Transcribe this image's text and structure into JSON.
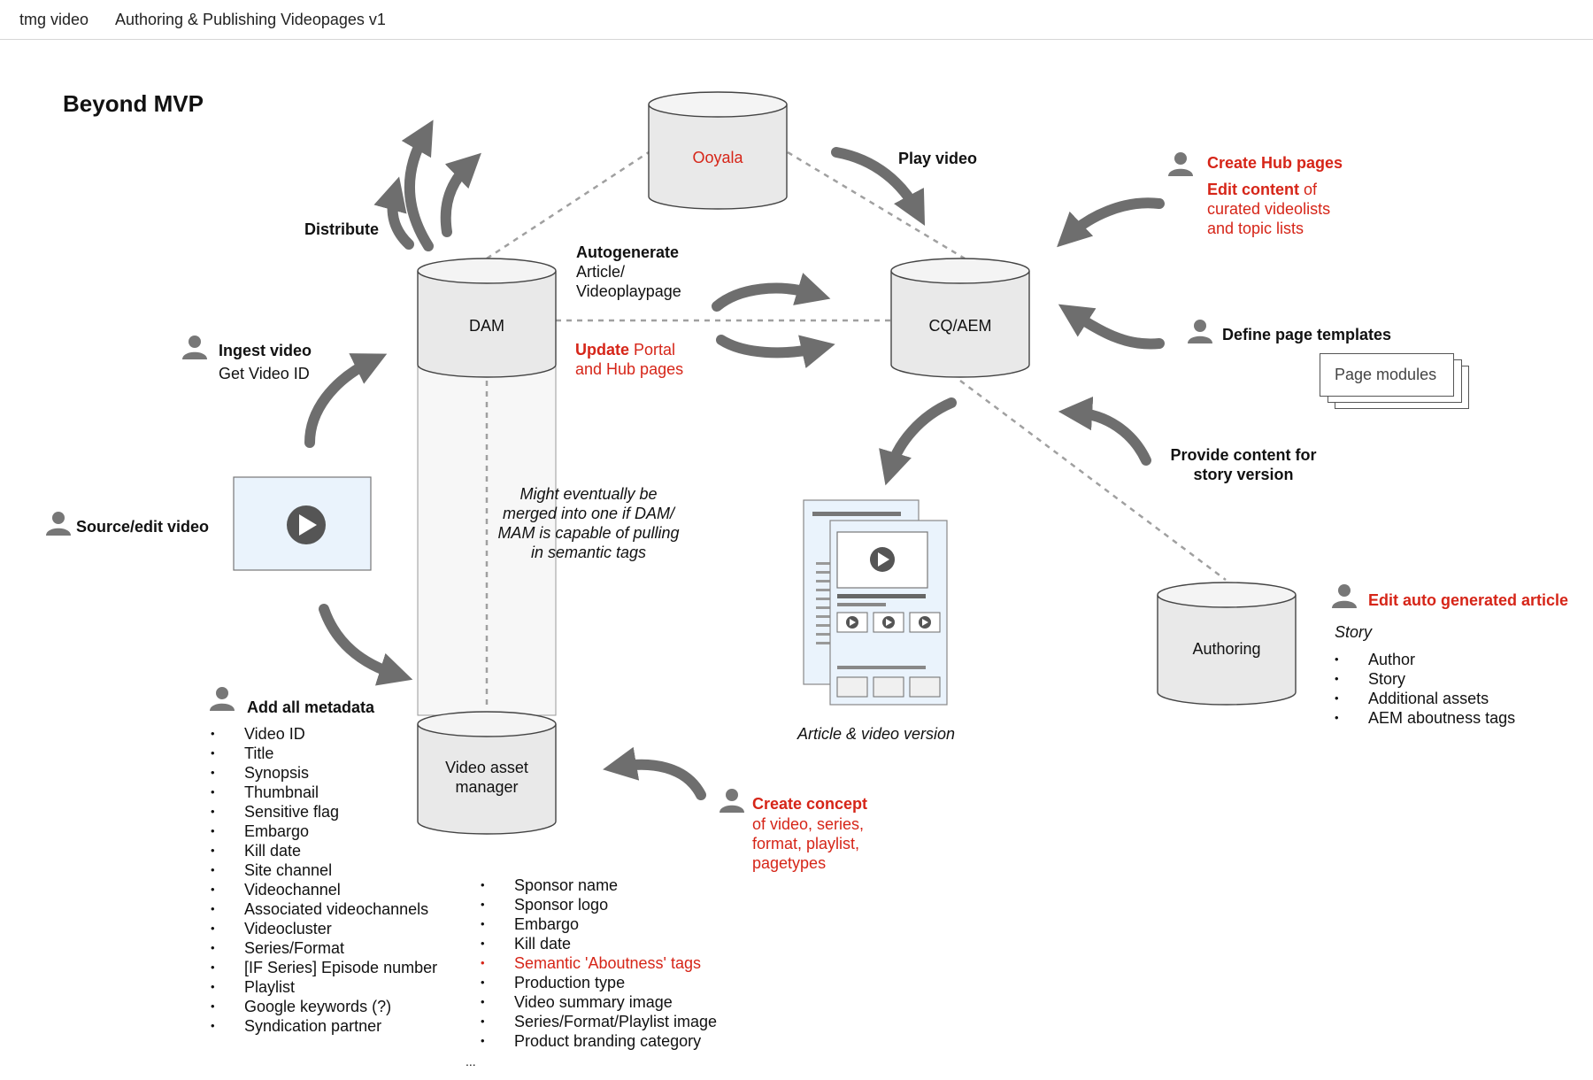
{
  "topbar": {
    "app": "tmg video",
    "doc_title": "Authoring & Publishing Videopages v1"
  },
  "title": "Beyond MVP",
  "nodes": {
    "ooyala": "Ooyala",
    "dam": "DAM",
    "cqaem": "CQ/AEM",
    "vam_line1": "Video asset",
    "vam_line2": "manager",
    "authoring": "Authoring"
  },
  "labels": {
    "distribute": "Distribute",
    "play_video": "Play video",
    "autogen_1": "Autogenerate",
    "autogen_2": "Article/",
    "autogen_3": "Videoplaypage",
    "update_bold": "Update",
    "update_rest": " Portal",
    "update_2": "and Hub pages",
    "ingest": "Ingest video",
    "get_id": "Get Video ID",
    "source": "Source/edit video",
    "merge_1": "Might eventually be",
    "merge_2": "merged into one if DAM/",
    "merge_3": "MAM is capable of pulling",
    "merge_4": "in semantic tags",
    "create_hub": "Create Hub pages",
    "edit_content_bold": "Edit content",
    "edit_content_rest": " of",
    "edit_content_2": "curated videolists",
    "edit_content_3": "and topic lists",
    "define_templates": "Define page templates",
    "page_modules": "Page modules",
    "provide_1": "Provide content for",
    "provide_2": "story version",
    "article_version": "Article & video version",
    "edit_auto": "Edit auto generated article",
    "story": "Story",
    "add_metadata": "Add all metadata",
    "create_concept": "Create concept",
    "concept_2": "of video, series,",
    "concept_3": "format, playlist,",
    "concept_4": "pagetypes",
    "ellipsis": "..."
  },
  "story_items": [
    "Author",
    "Story",
    "Additional assets",
    "AEM aboutness tags"
  ],
  "metadata_items": [
    "Video ID",
    "Title",
    "Synopsis",
    "Thumbnail",
    "Sensitive flag",
    "Embargo",
    "Kill date",
    "Site channel",
    "Videochannel",
    "Associated videochannels",
    "Videocluster",
    "Series/Format",
    "[IF Series] Episode number",
    "Playlist",
    "Google keywords (?)",
    "Syndication partner"
  ],
  "metadata_items_2": [
    {
      "text": "Sponsor name",
      "highlight": false
    },
    {
      "text": "Sponsor logo",
      "highlight": false
    },
    {
      "text": "Embargo",
      "highlight": false
    },
    {
      "text": "Kill date",
      "highlight": false
    },
    {
      "text": "Semantic 'Aboutness' tags",
      "highlight": true
    },
    {
      "text": "Production type",
      "highlight": false
    },
    {
      "text": "Video summary image",
      "highlight": false
    },
    {
      "text": "Series/Format/Playlist image",
      "highlight": false
    },
    {
      "text": "Product branding category",
      "highlight": false
    }
  ],
  "colors": {
    "accent_red": "#d62518",
    "arrow": "#6e6e6e",
    "cylinder_fill": "#e9e9e9",
    "video_box": "#eaf3fc"
  }
}
